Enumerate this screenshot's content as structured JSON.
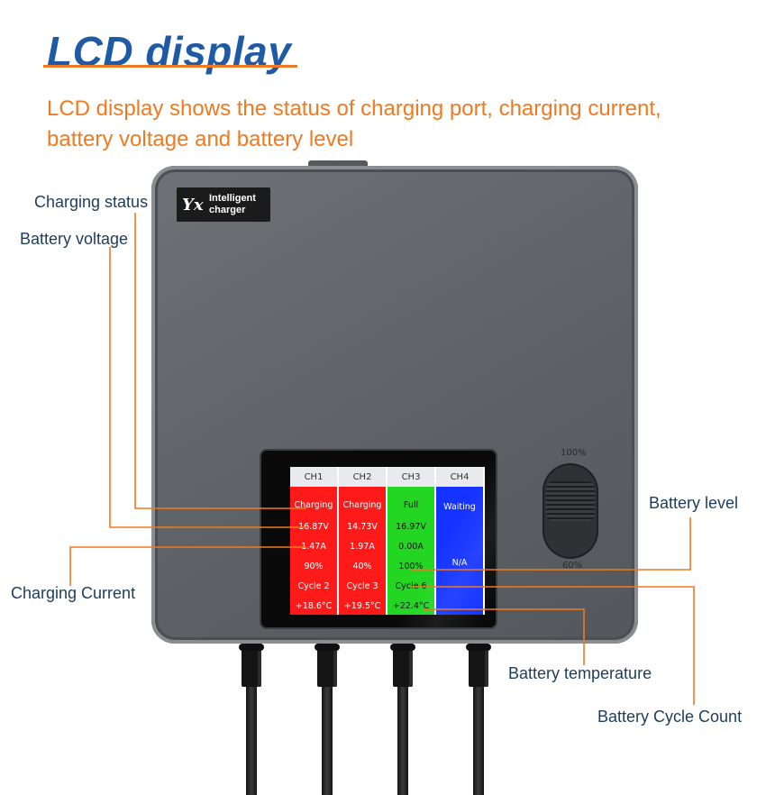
{
  "header": {
    "title": "LCD display",
    "subtitle": "LCD display shows the status of charging port, charging current, battery voltage and battery level"
  },
  "logo": {
    "mark": "Yx",
    "text": "Intelligent\ncharger"
  },
  "lcd": {
    "channels": [
      {
        "name": "CH1",
        "status": "Charging",
        "voltage": "16.87V",
        "current": "1.47A",
        "level": "90%",
        "cycle": "Cycle 2",
        "temperature": "+18.6°C",
        "color": "#ff1a1a"
      },
      {
        "name": "CH2",
        "status": "Charging",
        "voltage": "14.73V",
        "current": "1.97A",
        "level": "40%",
        "cycle": "Cycle 3",
        "temperature": "+19.5°C",
        "color": "#ff1a1a"
      },
      {
        "name": "CH3",
        "status": "Full",
        "voltage": "16.97V",
        "current": "0.00A",
        "level": "100%",
        "cycle": "Cycle 6",
        "temperature": "+22.4°C",
        "color": "#22d622"
      },
      {
        "name": "CH4",
        "status": "Waiting",
        "na": "N/A",
        "color": "#1433ff"
      }
    ]
  },
  "dial": {
    "top_label": "100%",
    "bottom_label": "60%"
  },
  "callouts": {
    "charging_status": "Charging status",
    "battery_voltage": "Battery voltage",
    "charging_current": "Charging Current",
    "battery_level": "Battery level",
    "battery_temperature": "Battery temperature",
    "battery_cycle_count": "Battery Cycle Count"
  },
  "colors": {
    "title": "#1f5aa6",
    "accent": "#f07a22",
    "callout_text": "#1d3c5c"
  }
}
